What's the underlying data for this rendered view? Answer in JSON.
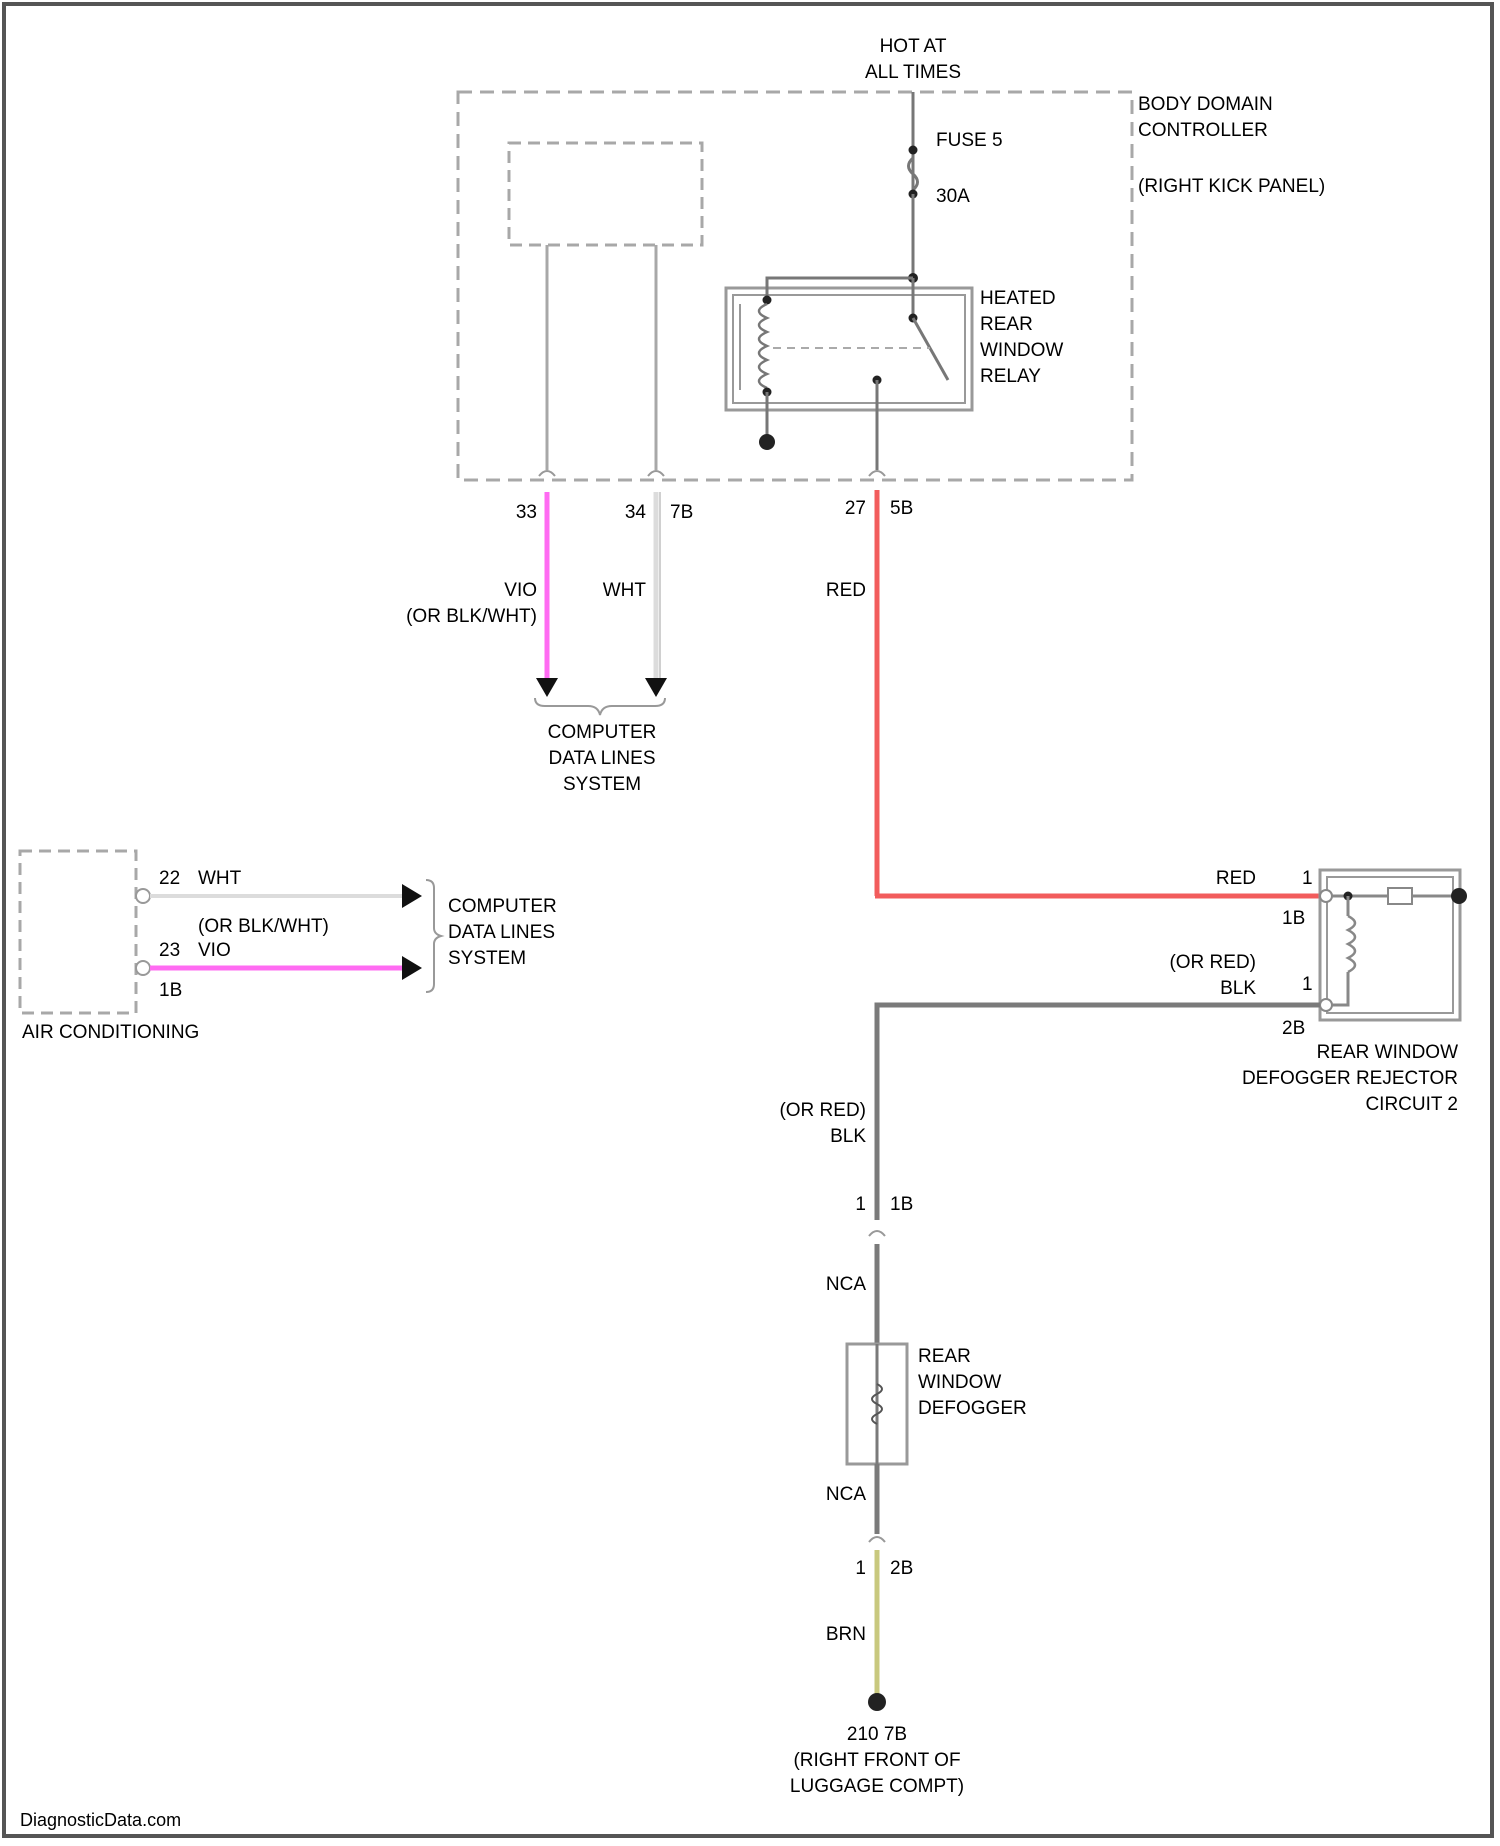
{
  "power_source": {
    "line1": "HOT AT",
    "line2": "ALL TIMES"
  },
  "body_controller": {
    "line1": "BODY DOMAIN",
    "line2": "CONTROLLER",
    "location": "(RIGHT KICK PANEL)",
    "fuse_label": "FUSE 5",
    "fuse_rating": "30A",
    "relay_line1": "HEATED",
    "relay_line2": "REAR",
    "relay_line3": "WINDOW",
    "relay_line4": "RELAY",
    "pin_a": "33",
    "pin_b": "34",
    "connector_b": "7B",
    "pin_c": "27",
    "connector_c": "5B"
  },
  "wires": {
    "vio": "VIO",
    "vio_alt": "(OR BLK/WHT)",
    "wht": "WHT",
    "red": "RED",
    "red_2": "RED",
    "blk_alt": "(OR RED)",
    "blk": "BLK",
    "blk_alt_2": "(OR RED)",
    "blk_2": "BLK",
    "nca_1": "NCA",
    "nca_2": "NCA",
    "brn": "BRN",
    "ac_wht": "WHT",
    "ac_alt": "(OR BLK/WHT)",
    "ac_vio": "VIO"
  },
  "data_lines_top": {
    "line1": "COMPUTER",
    "line2": "DATA LINES",
    "line3": "SYSTEM"
  },
  "data_lines_left": {
    "line1": "COMPUTER",
    "line2": "DATA LINES",
    "line3": "SYSTEM"
  },
  "air_conditioning": {
    "label": "AIR CONDITIONING",
    "pin_1": "22",
    "pin_2": "23",
    "connector": "1B"
  },
  "rejector": {
    "pin_1": "1",
    "connector_1": "1B",
    "pin_2": "1",
    "connector_2": "2B",
    "line1": "REAR WINDOW",
    "line2": "DEFOGGER REJECTOR",
    "line3": "CIRCUIT 2"
  },
  "defogger": {
    "pin_top": "1",
    "connector_top": "1B",
    "line1": "REAR",
    "line2": "WINDOW",
    "line3": "DEFOGGER",
    "pin_bottom": "1",
    "connector_bottom": "2B"
  },
  "ground": {
    "id": "210 7B",
    "line1": "(RIGHT FRONT OF",
    "line2": "LUGGAGE COMPT)"
  },
  "watermark": "DiagnosticData.com",
  "colors": {
    "vio": "#ff6bf2",
    "red": "#f25c5c",
    "wht": "#dcdcdc",
    "blk": "#7a7a7a",
    "brn": "#c8c87e",
    "frame": "#555555"
  }
}
